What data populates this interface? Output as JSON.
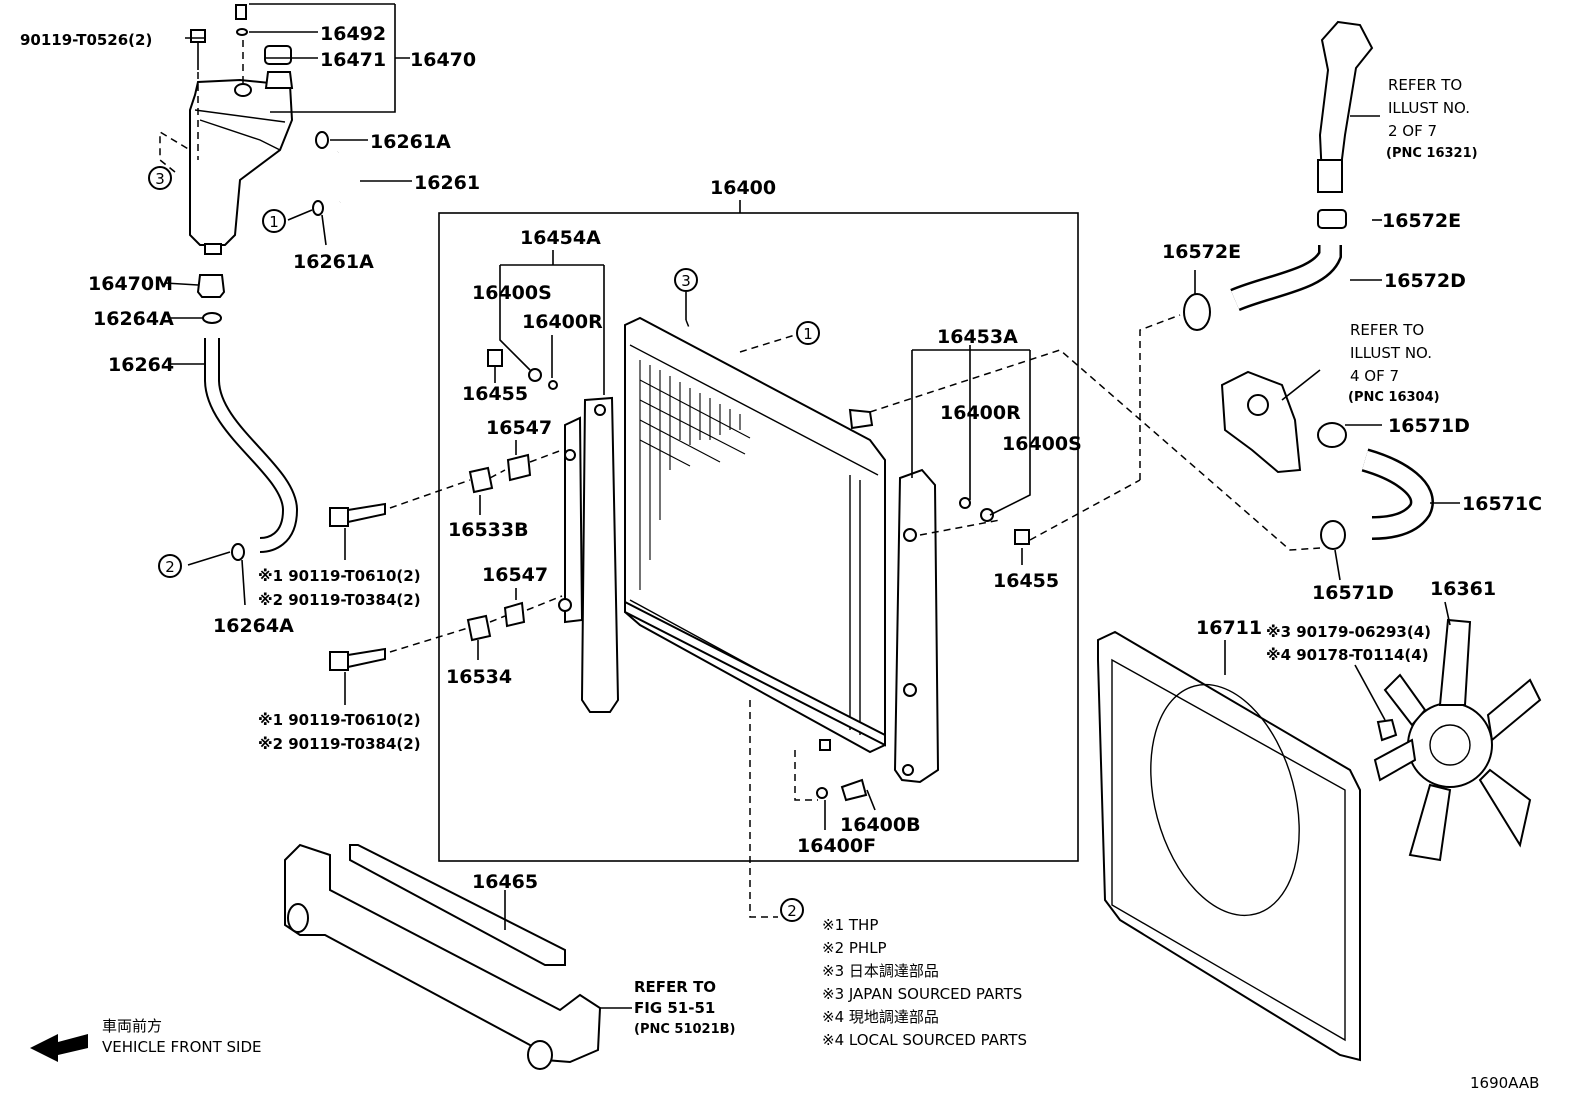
{
  "diagram_id": "1690AAB",
  "part_labels": {
    "p16492": "16492",
    "p16471": "16471",
    "p16470": "16470",
    "p90119_T0526": "90119-T0526(2)",
    "p16261A_1": "16261A",
    "p16261": "16261",
    "p16261A_2": "16261A",
    "p16470M": "16470M",
    "p16264A_1": "16264A",
    "p16264": "16264",
    "p16264A_2": "16264A",
    "p16400": "16400",
    "p16454A": "16454A",
    "p16400S_1": "16400S",
    "p16400R_1": "16400R",
    "p16455_1": "16455",
    "p16547_1": "16547",
    "p16533B": "16533B",
    "p16547_2": "16547",
    "p16534": "16534",
    "p16453A": "16453A",
    "p16400R_2": "16400R",
    "p16400S_2": "16400S",
    "p16455_2": "16455",
    "p16400B": "16400B",
    "p16400F": "16400F",
    "p16465": "16465",
    "p16572E_1": "16572E",
    "p16572E_2": "16572E",
    "p16572D": "16572D",
    "p16571D_1": "16571D",
    "p16571C": "16571C",
    "p16571D_2": "16571D",
    "p16711": "16711",
    "p16361": "16361"
  },
  "bolt_labels": {
    "b1_line1": "※1 90119-T0610(2)",
    "b1_line2": "※2 90119-T0384(2)",
    "b2_line1": "※1 90119-T0610(2)",
    "b2_line2": "※2 90119-T0384(2)",
    "fan_line1": "※3 90179-06293(4)",
    "fan_line2": "※4 90178-T0114(4)"
  },
  "circle_refs": {
    "c3_left": "3",
    "c1_left": "1",
    "c2_left": "2",
    "c3_rad": "3",
    "c1_rad": "1",
    "c2_bottom": "2"
  },
  "refer_notes": {
    "r1_l1": "REFER TO",
    "r1_l2": "ILLUST NO.",
    "r1_l3": "2 OF 7",
    "r1_l4": "(PNC 16321)",
    "r2_l1": "REFER TO",
    "r2_l2": "ILLUST NO.",
    "r2_l3": "4 OF 7",
    "r2_l4": "(PNC 16304)",
    "r3_l1": "REFER TO",
    "r3_l2": "FIG 51-51",
    "r3_l3": "(PNC 51021B)"
  },
  "legend": [
    "※1 THP",
    "※2 PHLP",
    "※3 日本調達部品",
    "※3 JAPAN SOURCED PARTS",
    "※4 現地調達部品",
    "※4 LOCAL SOURCED PARTS"
  ],
  "front": {
    "jp": "車両前方",
    "en": "VEHICLE FRONT SIDE"
  }
}
